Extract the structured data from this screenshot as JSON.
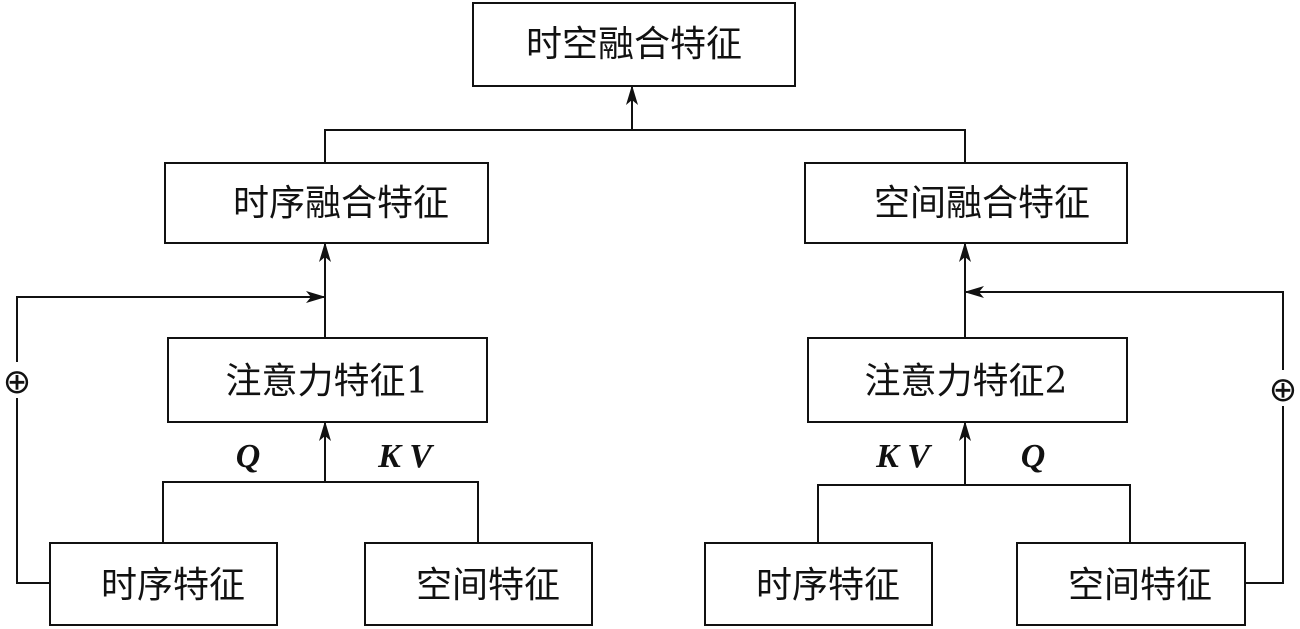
{
  "boxes": {
    "top": "时空融合特征",
    "left_fusion": "时序融合特征",
    "right_fusion": "空间融合特征",
    "left_attention": "注意力特征1",
    "right_attention": "注意力特征2",
    "bottom_left_temporal": "时序特征",
    "bottom_left_spatial": "空间特征",
    "bottom_right_temporal": "时序特征",
    "bottom_right_spatial": "空间特征"
  },
  "labels": {
    "left_q": "Q",
    "left_kv": "K V",
    "right_kv": "K V",
    "right_q": "Q"
  },
  "operators": {
    "residual_add": "⊕"
  }
}
